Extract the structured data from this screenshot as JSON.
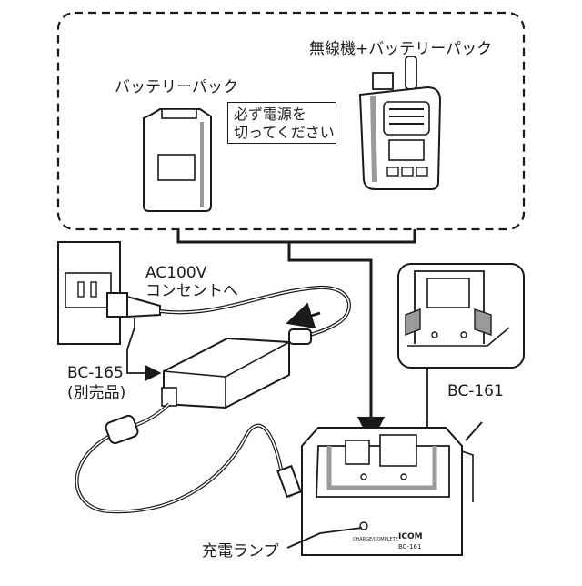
{
  "labels": {
    "radio_battery": "無線機+バッテリーパック",
    "battery_pack": "バッテリーパック",
    "power_note_line1": "必ず電源を",
    "power_note_line2": "切ってください",
    "ac_line1": "AC100V",
    "ac_line2": "コンセントへ",
    "adapter_model": "BC-165",
    "adapter_note": "(別売品)",
    "charger_model": "BC-161",
    "charge_lamp": "充電ランプ",
    "charger_brand": "ICOM",
    "charger_body_model": "BC-161",
    "charger_lamp_text": "CHARGE/COMPLETE"
  },
  "colors": {
    "line": "#1a1a1a",
    "shade": "#9a9a9a",
    "light_shade": "#c8c8c8",
    "fill": "#ffffff"
  }
}
